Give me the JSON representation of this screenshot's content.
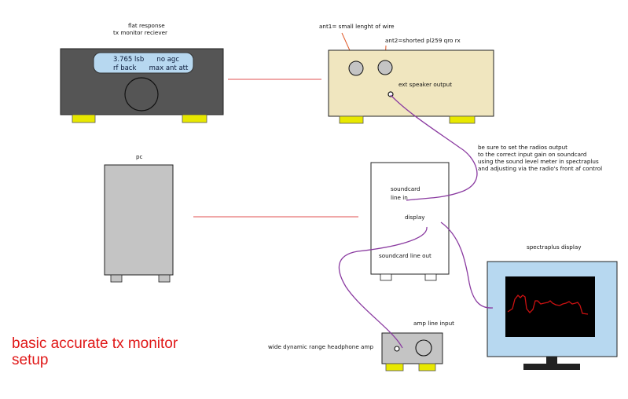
{
  "colors": {
    "receiver_body": "#555555",
    "receiver_display": "#b7d8f0",
    "radio_body": "#f0e6bf",
    "pc_body": "#c4c4c4",
    "monitor_frame": "#b7d8f0",
    "screen": "#000000",
    "trace": "#cc1111",
    "cable": "#8a3aa0",
    "link_line": "#e05050",
    "pointer": "#e05a2a",
    "feet": "#e8e800",
    "title_text": "#e01818"
  },
  "receiver": {
    "caption_line1": "flat response",
    "caption_line2": "tx monitor reciever",
    "display_line1": "3.765 lsb      no agc",
    "display_line2": "rf back      max ant att"
  },
  "radio": {
    "ant1_label": "ant1= small lenght of wire",
    "ant2_label": "ant2=shorted pl259 qro rx",
    "speaker_label": "ext speaker output"
  },
  "pc": {
    "label": "pc"
  },
  "soundcard": {
    "line_in_1": "soundcard",
    "line_in_2": "line in",
    "display": "display",
    "line_out": "soundcard line out"
  },
  "note": {
    "line1": "be sure to set the radios output",
    "line2": "to the correct input gain on soundcard",
    "line3": "using the sound level meter in spectraplus",
    "line4": "and adjusting via the radio's front af control"
  },
  "monitor": {
    "label": "spectraplus display"
  },
  "amp": {
    "label": "amp  line input",
    "description": "wide dynamic range headphone amp"
  },
  "title": {
    "line1": "basic accurate tx monitor",
    "line2": "setup"
  }
}
